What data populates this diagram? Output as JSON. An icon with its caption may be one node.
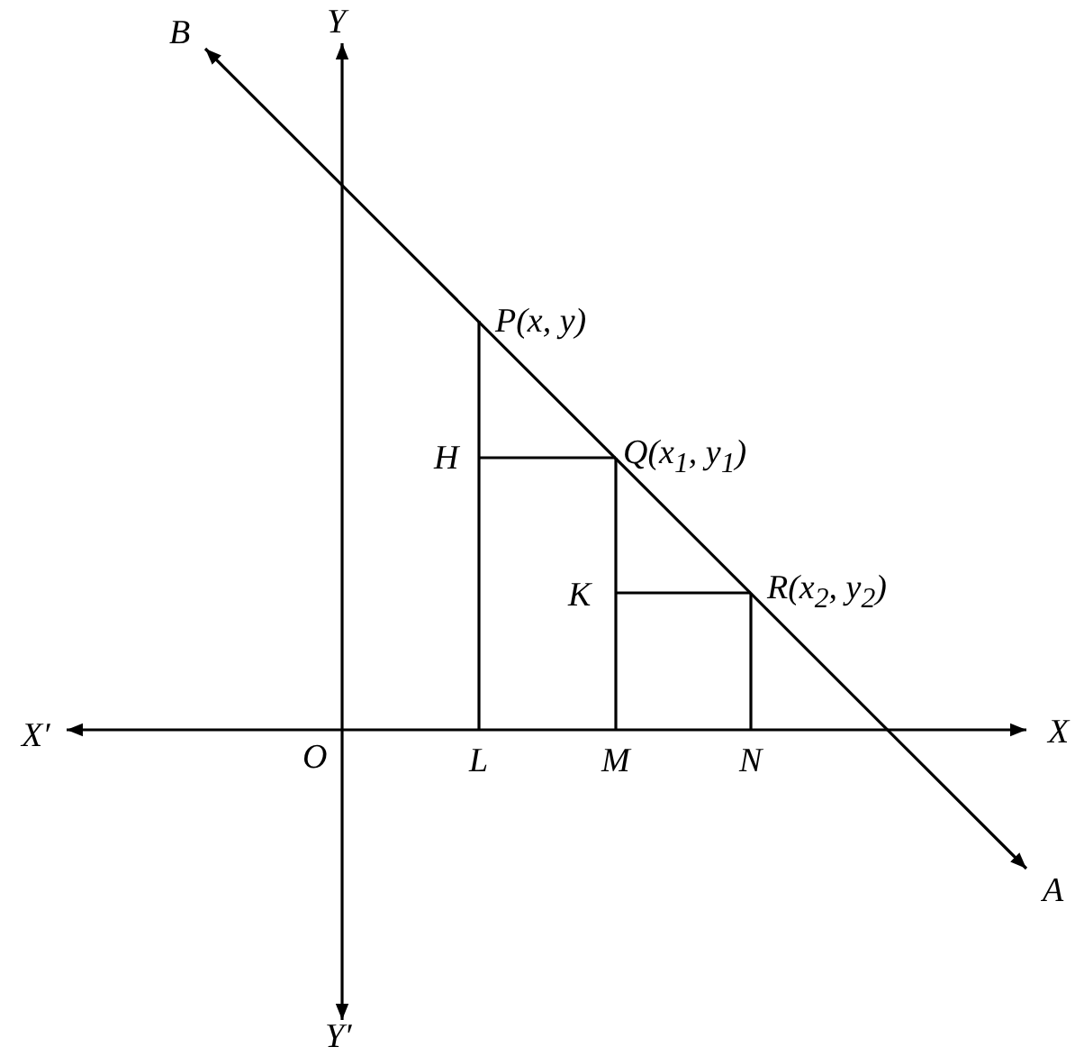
{
  "diagram": {
    "labels": [
      "B",
      "Y",
      "P(x, y)",
      "H",
      "Q(x$_{1}$, y$_{1}$)",
      "K",
      "R(x$_{2}$, y$_{2}$)",
      "X′",
      "O",
      "L",
      "M",
      "N",
      "X",
      "A",
      "Y′"
    ]
  }
}
